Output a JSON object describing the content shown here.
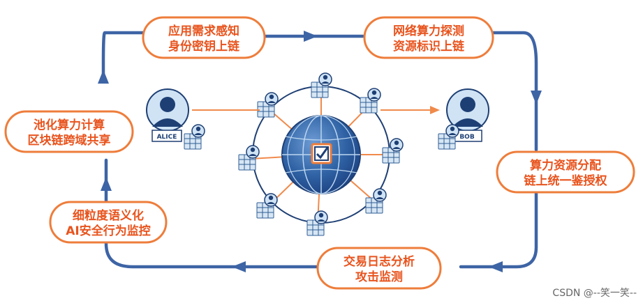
{
  "steps": [
    {
      "line1": "应用需求感知",
      "line2": "身份密钥上链"
    },
    {
      "line1": "网络算力探测",
      "line2": "资源标识上链"
    },
    {
      "line1": "算力资源分配",
      "line2": "链上统一鉴授权"
    },
    {
      "line1": "交易日志分析",
      "line2": "攻击监测"
    },
    {
      "line1": "细粒度语义化",
      "line2": "AI安全行为监控"
    },
    {
      "line1": "池化算力计算",
      "line2": "区块链跨域共享"
    }
  ],
  "actors": {
    "left": "ALICE",
    "right": "BOB"
  },
  "watermark": "CSDN @--笑一笑--",
  "colors": {
    "loop": "#3d64a5",
    "pill_border": "#ee7d3b",
    "pill_text": "#e8541e",
    "spoke": "#f08a4b",
    "globe": "#2a5a9a"
  },
  "icons": {
    "center": "checkbox-icon",
    "nodes": "user-table-icon",
    "actors": "user-avatar-icon"
  }
}
